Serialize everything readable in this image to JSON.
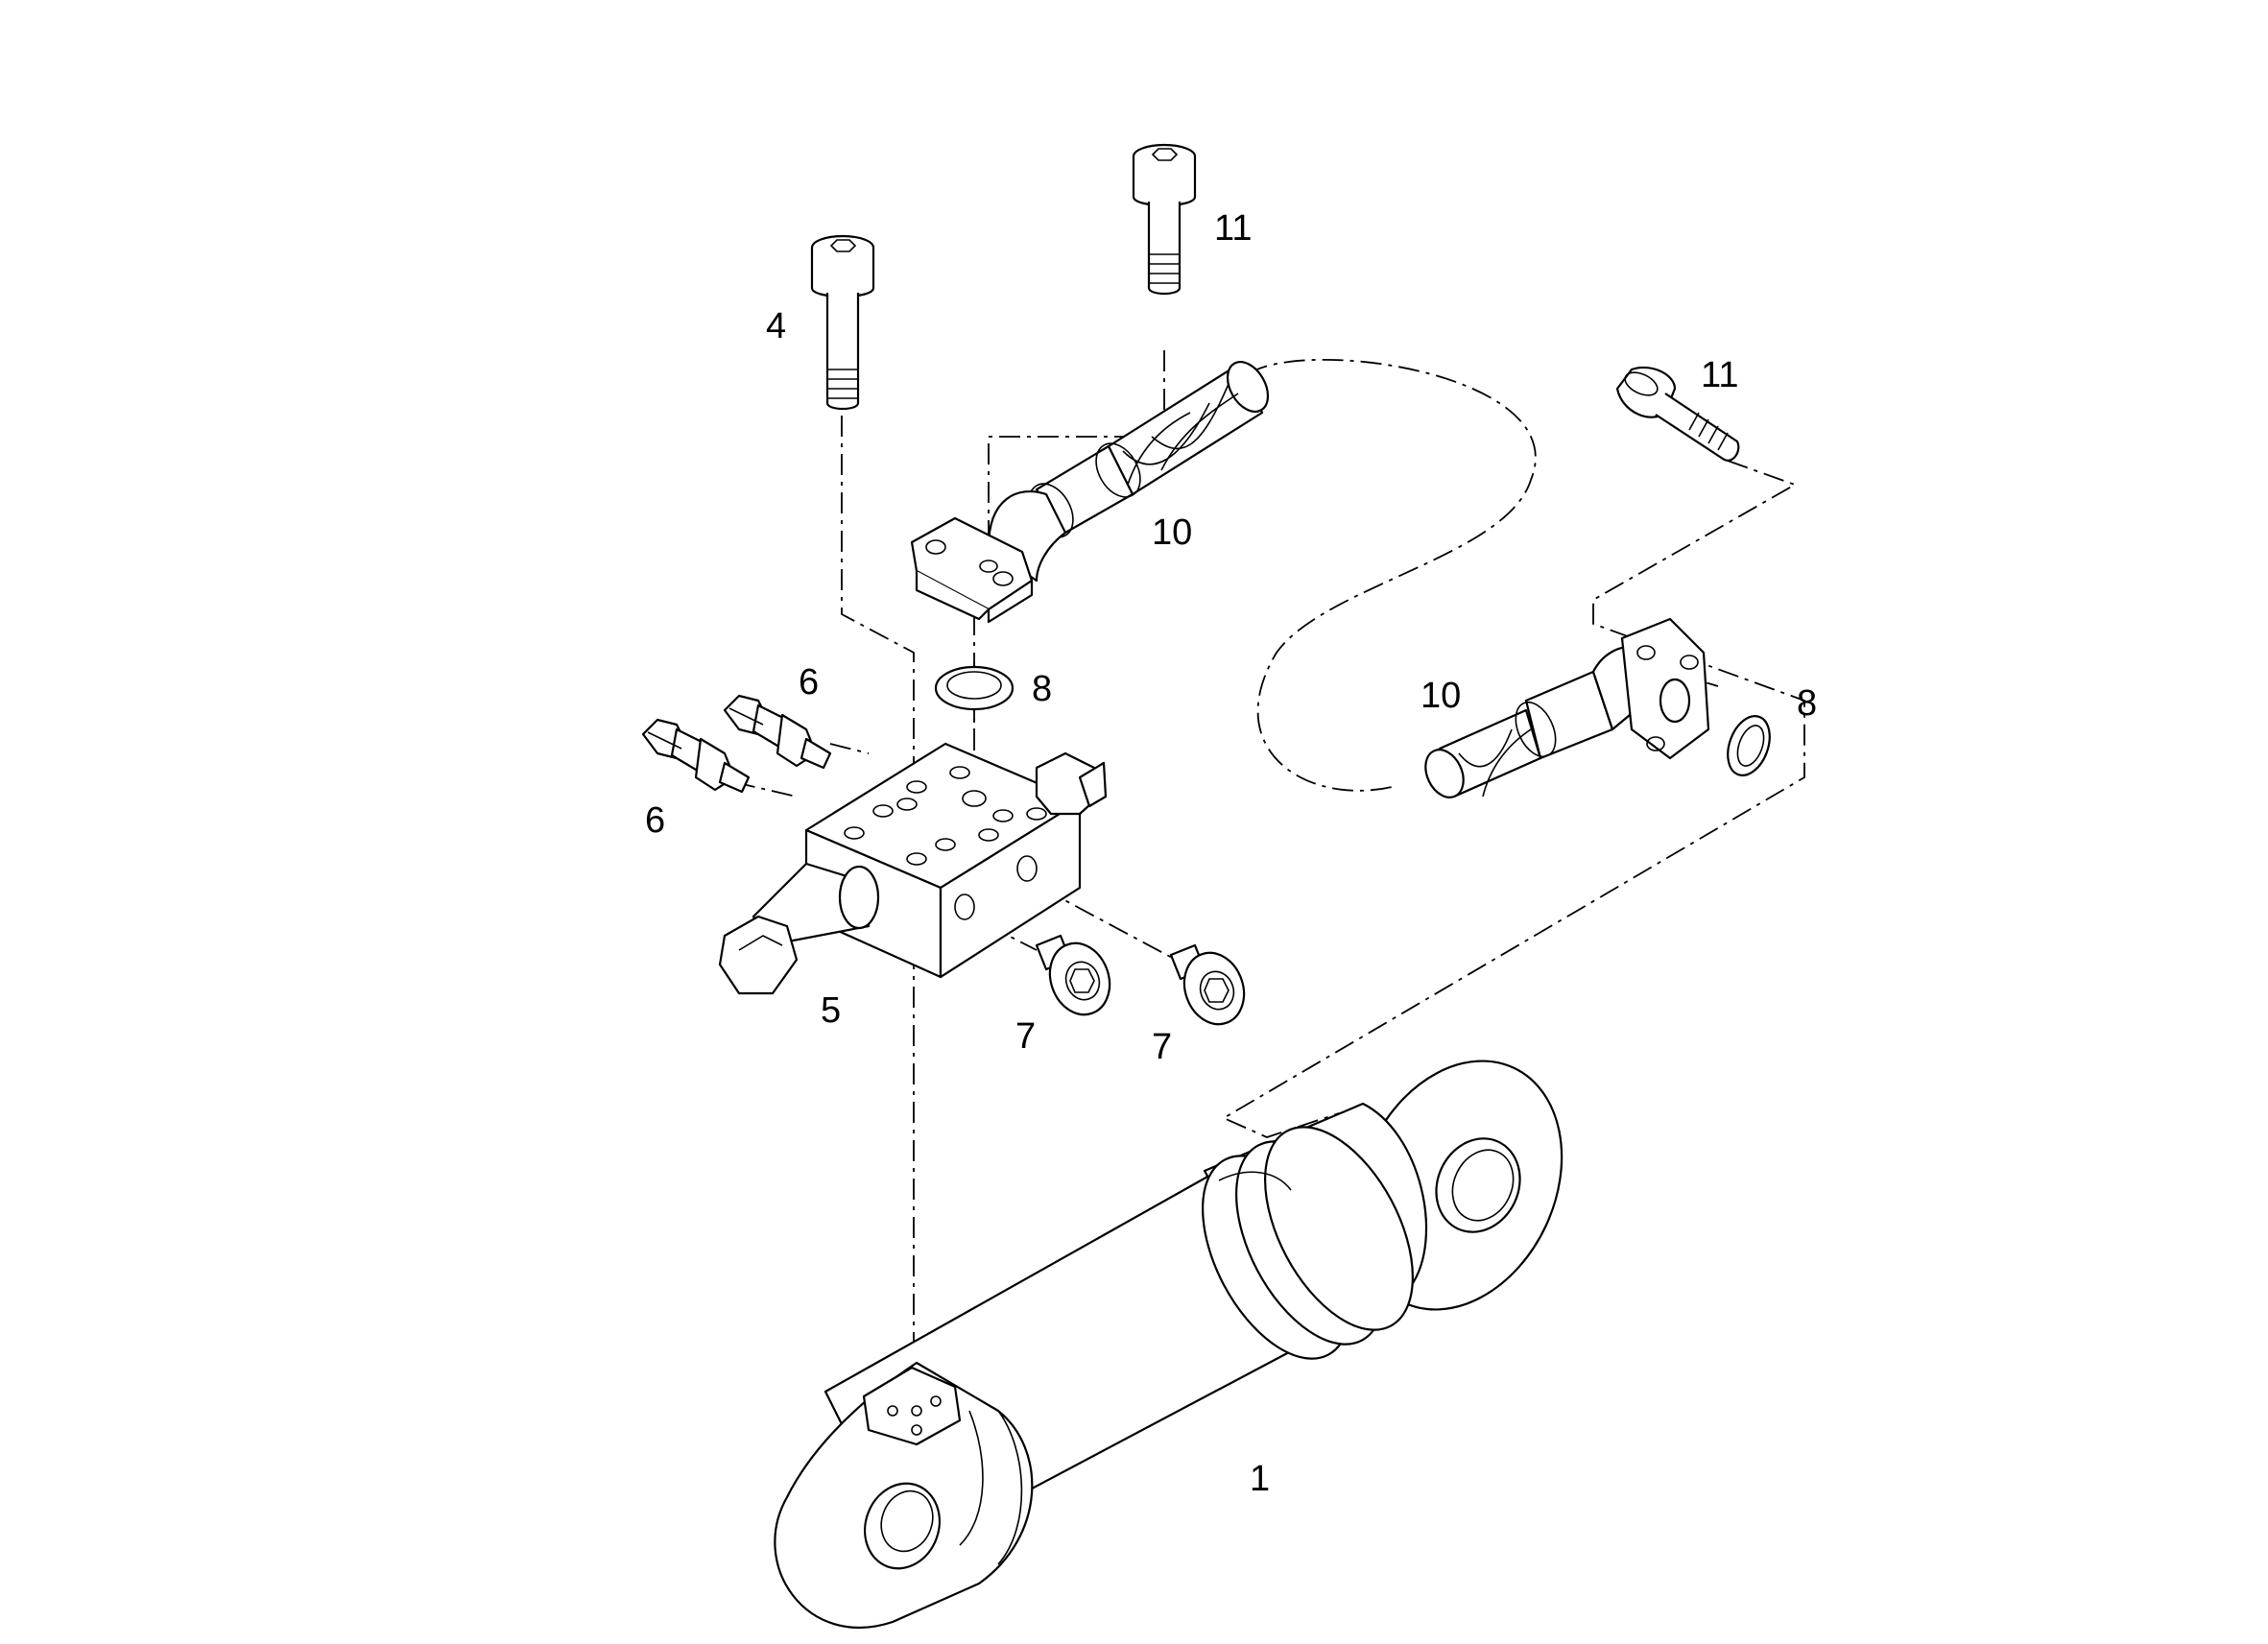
{
  "callouts": {
    "c1": "1",
    "c4": "4",
    "c5": "5",
    "c6a": "6",
    "c6b": "6",
    "c7a": "7",
    "c7b": "7",
    "c8a": "8",
    "c8b": "8",
    "c10a": "10",
    "c10b": "10",
    "c11a": "11",
    "c11b": "11"
  }
}
